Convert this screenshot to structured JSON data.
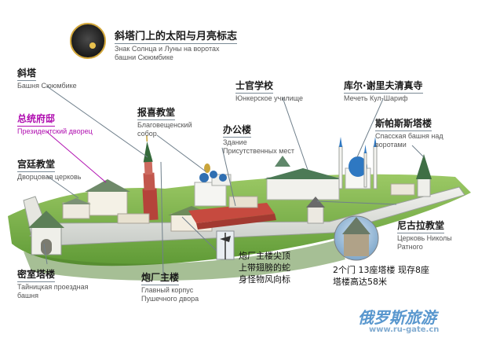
{
  "title": {
    "zh": "斜塔门上的太阳与月亮标志",
    "ru_1": "Знак Солнца и Луны на воротах",
    "ru_2": "башни Сююмбике"
  },
  "labels": {
    "leaning_tower": {
      "zh": "斜塔",
      "ru": "Башня Сююмбике"
    },
    "presidential_palace": {
      "zh": "总统府邸",
      "ru": "Президентский дворец"
    },
    "palace_church": {
      "zh": "宫廷教堂",
      "ru": "Дворцовая церковь"
    },
    "secret_tower": {
      "zh": "密室塔楼",
      "ru_1": "Тайницкая проездная",
      "ru_2": "башня"
    },
    "annunciation": {
      "zh": "报喜教堂",
      "ru_1": "Благовещенский",
      "ru_2": "собор"
    },
    "office_building": {
      "zh": "办公楼",
      "ru_1": "Здание",
      "ru_2": "Присутственных мест"
    },
    "cadet_school": {
      "zh": "士官学校",
      "ru": "Юнкерское училище"
    },
    "kul_sharif": {
      "zh": "库尔·谢里夫清真寺",
      "ru": "Мечеть Кул-Шариф"
    },
    "spasskaya": {
      "zh": "斯帕斯斯塔楼",
      "ru_1": "Спасская башня над",
      "ru_2": "воротами"
    },
    "nicholas": {
      "zh": "尼古拉教堂",
      "ru_1": "Церковь Николы",
      "ru_2": "Ратного"
    },
    "cannon_yard": {
      "zh": "炮厂主楼",
      "ru_1": "Главный корпус",
      "ru_2": "Пушечного двора"
    }
  },
  "notes": {
    "cannon_top": [
      "炮厂主楼尖顶",
      "上带翅膀的蛇",
      "身怪物风向标"
    ],
    "gates": [
      "2个门 13座塔楼 现存8座",
      "塔楼高达58米"
    ]
  },
  "watermark": {
    "main": "俄罗斯旅游",
    "sub": "www.ru-gate.cn"
  },
  "colors": {
    "accent_magenta": "#b00fb0",
    "watermark_blue": "#3d86c6",
    "grass": "#7fb44a"
  }
}
